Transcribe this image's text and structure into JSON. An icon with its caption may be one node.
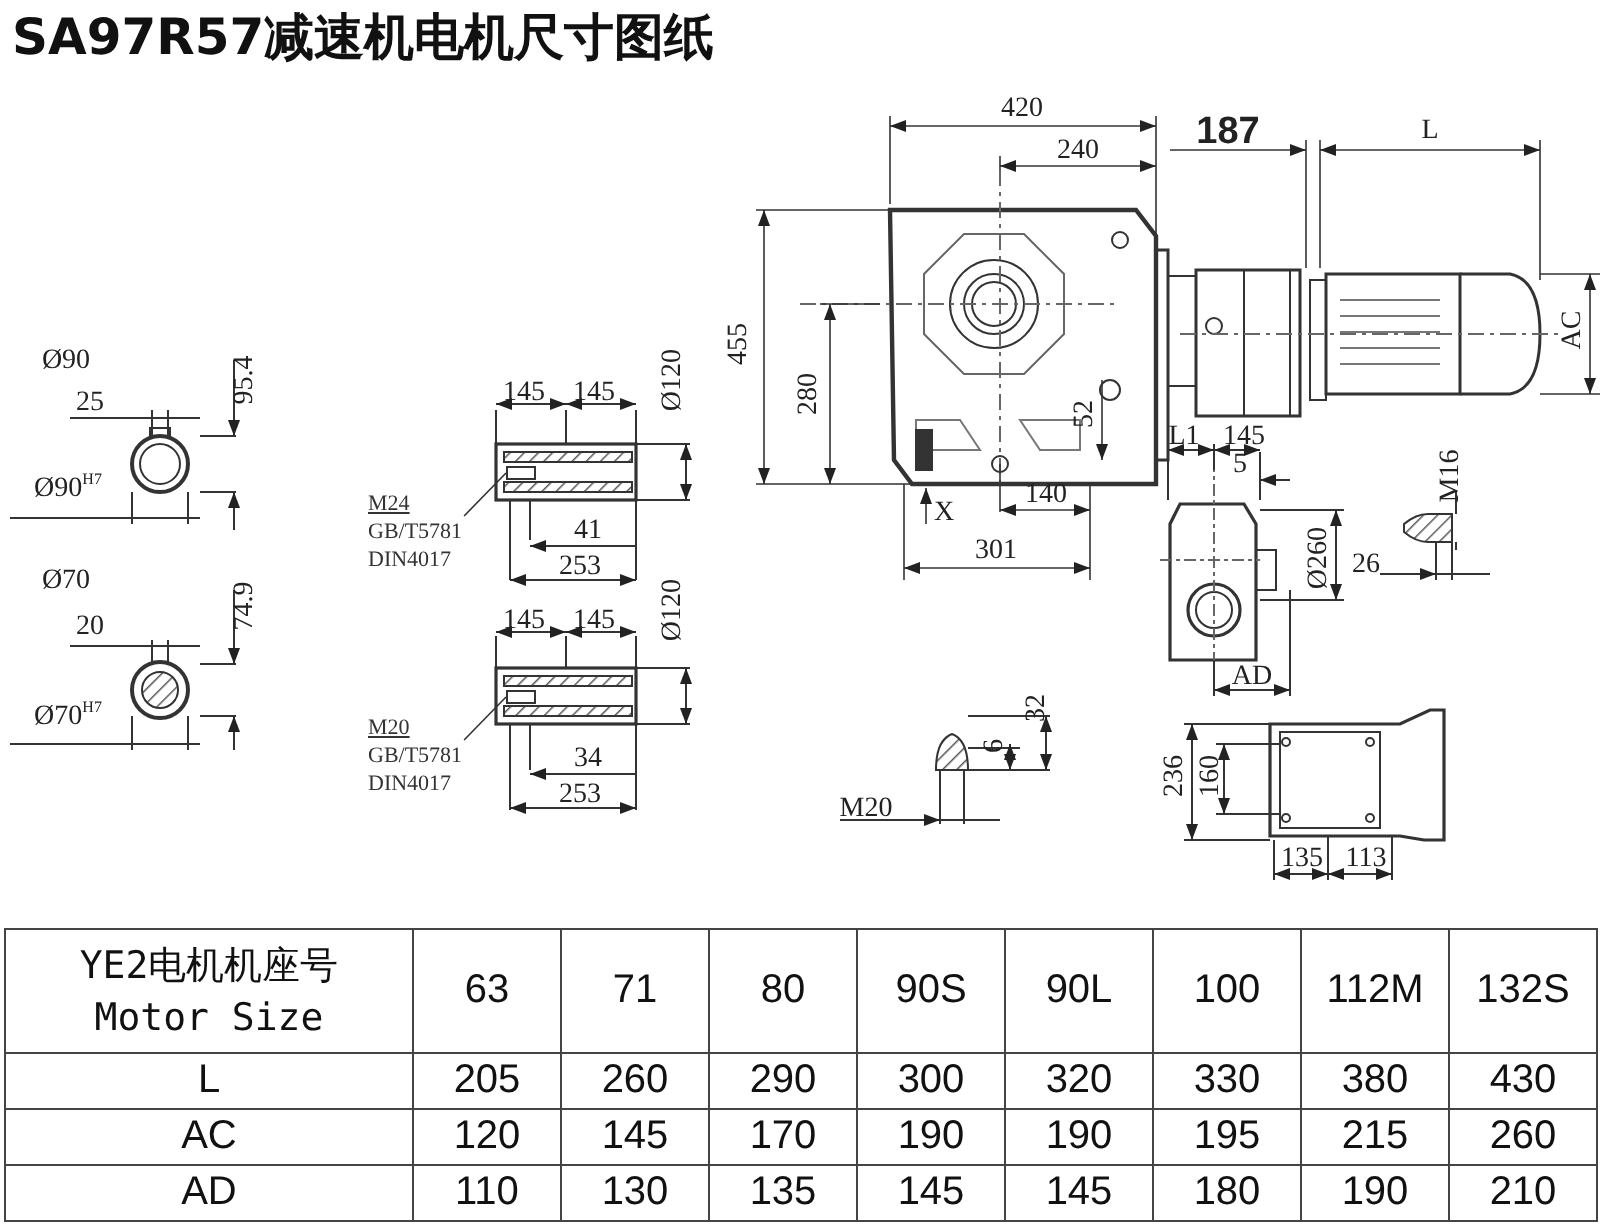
{
  "diagram": {
    "title": "SA97R57减速机电机尺寸图纸",
    "nodes": [
      {
        "text": [
          "M24",
          "GB/T5781",
          "DIN4017"
        ]
      },
      {
        "text": [
          "M20",
          "GB/T5781",
          "DIN4017"
        ]
      },
      {
        "text": [],
        "shape": "box"
      },
      {
        "text": [],
        "shape": "box"
      }
    ],
    "edges": [
      {
        "from": 0,
        "to": 2,
        "arrow": "none"
      },
      {
        "from": 1,
        "to": 3,
        "arrow": "none"
      }
    ],
    "labels": [
      "420",
      "240",
      "187",
      "L",
      "455",
      "280",
      "52",
      "AC",
      "Ø90",
      "95.4",
      "25",
      "Ø90$^{H7}$",
      "145",
      "145",
      "Ø120",
      "41",
      "253",
      "Ø70",
      "74.9",
      "20",
      "Ø70$^{H7}$",
      "145",
      "145",
      "Ø120",
      "34",
      "253",
      "X",
      "140",
      "301",
      "L1",
      "145",
      "5",
      "Ø260",
      "M16",
      "26",
      "AD",
      "32",
      "6",
      "M20",
      "236",
      "160",
      "135",
      "113",
      "YE2电机机座号 Motor Size",
      "63",
      "71",
      "80",
      "90S",
      "90L",
      "100",
      "112M",
      "132S",
      "L",
      "205",
      "260",
      "290",
      "300",
      "320",
      "330",
      "380",
      "430",
      "AC",
      "120",
      "145",
      "170",
      "190",
      "190",
      "195",
      "215",
      "260",
      "AD",
      "110",
      "130",
      "135",
      "145",
      "145",
      "180",
      "190",
      "210"
    ]
  }
}
